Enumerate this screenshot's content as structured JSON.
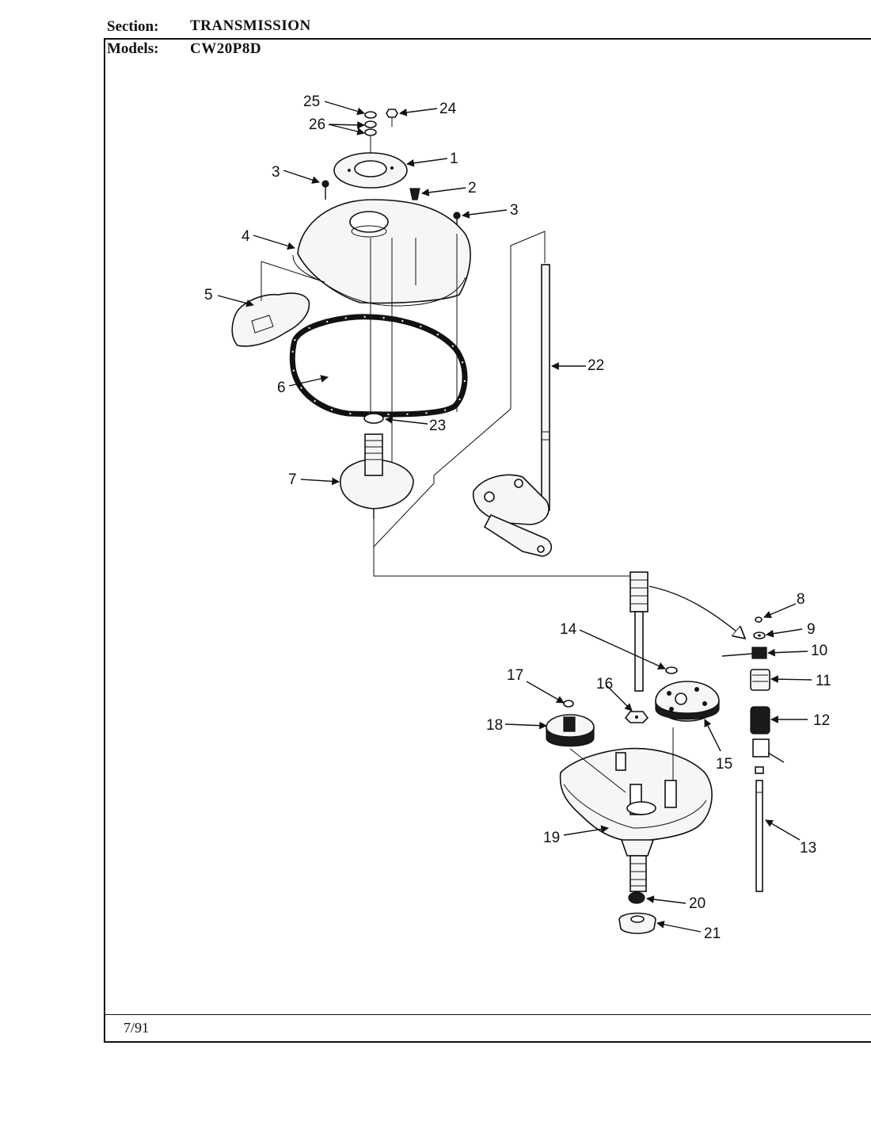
{
  "header": {
    "section_label": "Section:",
    "section_value": "TRANSMISSION",
    "models_label": "Models:",
    "models_value": "CW20P8D"
  },
  "footer": {
    "date": "7/91"
  },
  "callouts": [
    "1",
    "2",
    "3",
    "3",
    "4",
    "5",
    "6",
    "7",
    "8",
    "9",
    "10",
    "11",
    "12",
    "13",
    "14",
    "15",
    "16",
    "17",
    "18",
    "19",
    "20",
    "21",
    "22",
    "23",
    "24",
    "25",
    "26"
  ]
}
